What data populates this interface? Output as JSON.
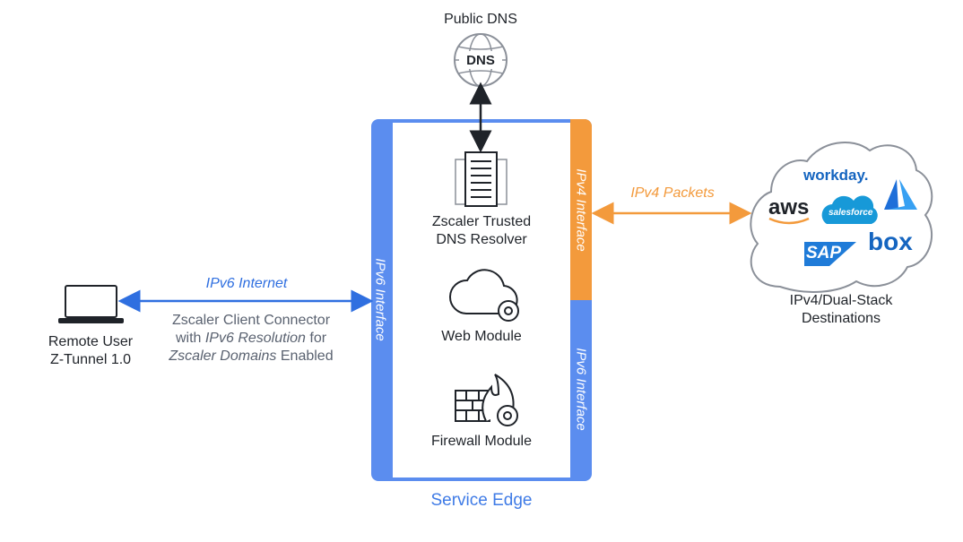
{
  "public_dns": {
    "label": "Public DNS",
    "badge": "DNS",
    "icon": "globe-icon"
  },
  "service_edge": {
    "title": "Service Edge",
    "left_interface": "IPv6 Interface",
    "right_top_interface": "IPv4 Interface",
    "right_bottom_interface": "IPv6 Interface",
    "modules": [
      {
        "line1": "Zscaler Trusted",
        "line2": "DNS Resolver",
        "icon": "server-icon"
      },
      {
        "line1": "Web Module",
        "icon": "cloud-gear-icon"
      },
      {
        "line1": "Firewall Module",
        "icon": "firewall-icon"
      }
    ]
  },
  "remote_user": {
    "line1": "Remote User",
    "line2": "Z-Tunnel 1.0",
    "icon": "laptop-icon"
  },
  "ipv6_link": {
    "label": "IPv6 Internet",
    "desc_line1": "Zscaler Client Connector",
    "desc_line2_a": "with ",
    "desc_line2_b": "IPv6 Resolution",
    "desc_line2_c": " for",
    "desc_line3_a": "Zscaler Domains",
    "desc_line3_b": " Enabled"
  },
  "ipv4_link": {
    "label": "IPv4 Packets"
  },
  "destinations": {
    "line1": "IPv4/Dual-Stack",
    "line2": "Destinations",
    "logos": {
      "workday": "workday.",
      "aws": "aws",
      "salesforce": "salesforce",
      "sap": "SAP",
      "box": "box"
    }
  },
  "colors": {
    "blue": "#5b8def",
    "orange": "#f39a3c",
    "text_blue": "#2f6fe0",
    "dark": "#1f2329"
  }
}
